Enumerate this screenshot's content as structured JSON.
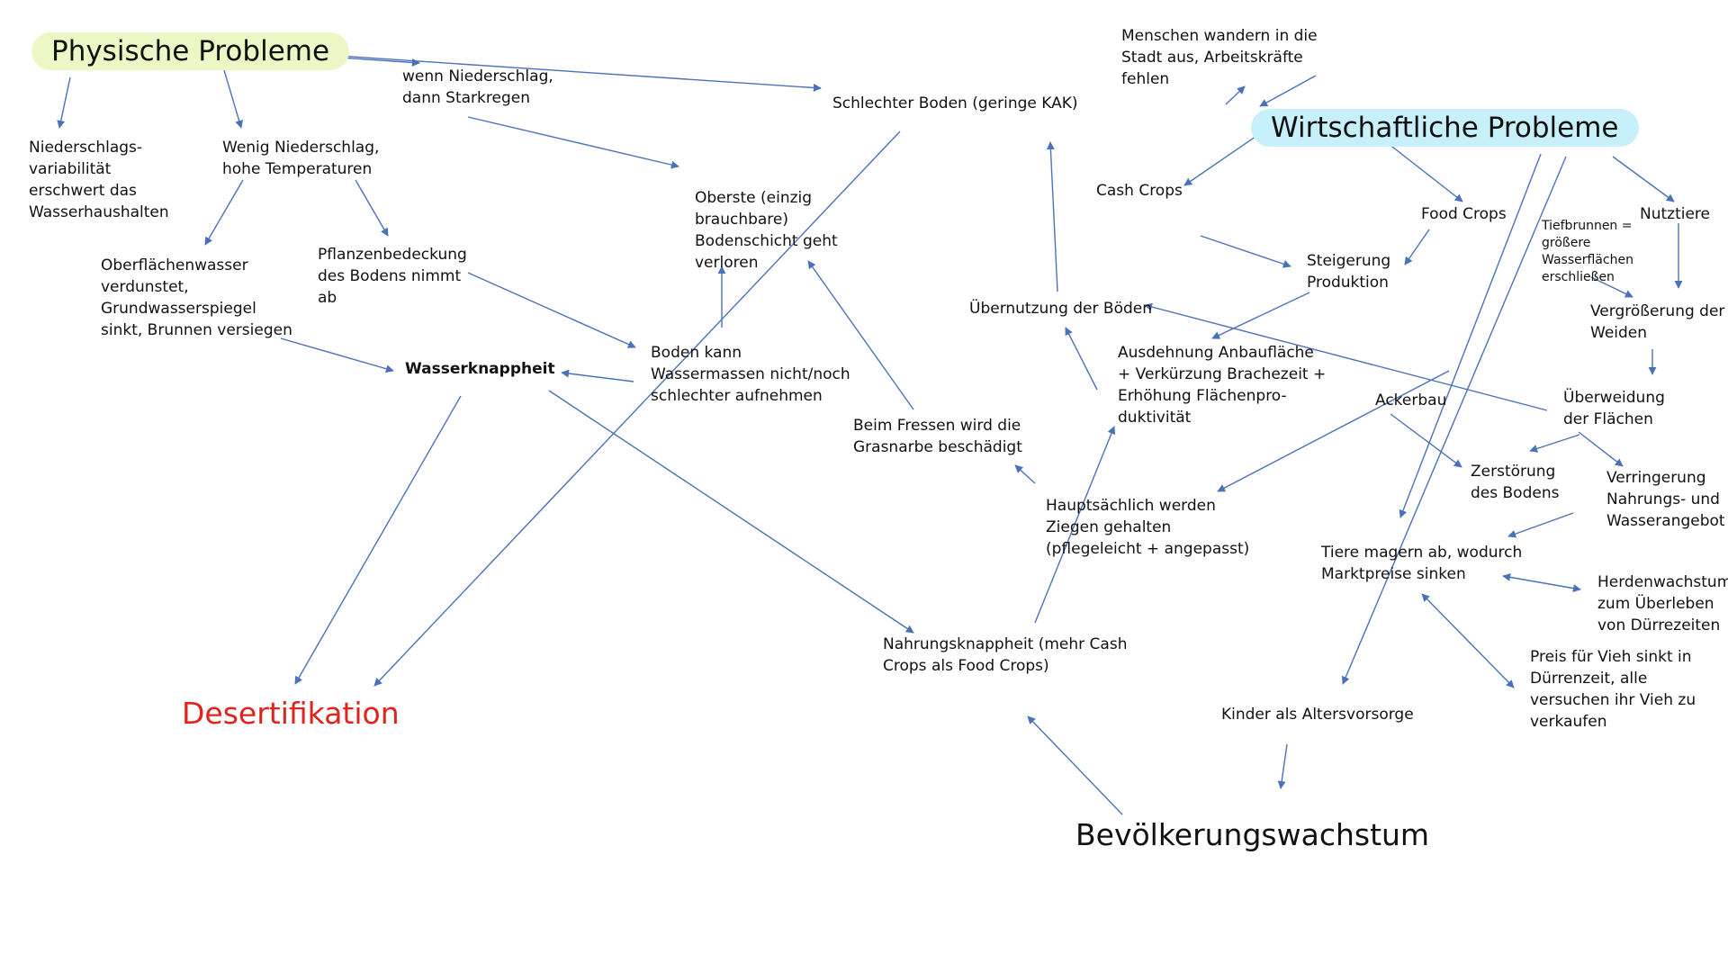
{
  "colors": {
    "arrow": "#4a72b8",
    "accent_green": "#edf7c6",
    "accent_blue": "#c8f0fb",
    "title_red": "#e0231c"
  },
  "nodes": {
    "physische": "Physische Probleme",
    "wirtschaftliche": "Wirtschaftliche Probleme",
    "desertifikation": "Desertifikation",
    "bevoelkerung": "Bevölkerungswachstum",
    "niederschlagsvariabilitaet": "Niederschlags-\nvariabilität\nerschwert das\nWasserhaushalten",
    "wenig_niederschlag": "Wenig Niederschlag,\nhohe Temperaturen",
    "starkregen": "wenn Niederschlag,\ndann Starkregen",
    "schlechter_boden": "Schlechter Boden (geringe KAK)",
    "oberflaechenwasser": "Oberflächenwasser\nverdunstet,\nGrundwasserspiegel\nsinkt, Brunnen versiegen",
    "pflanzenbedeckung": "Pflanzenbedeckung\ndes Bodens nimmt\nab",
    "oberste_schicht": "Oberste (einzig\nbrauchbare)\nBodenschicht geht\nverloren",
    "wasserknappheit": "Wasserknappheit",
    "boden_kann": "Boden kann\nWassermassen nicht/noch\nschlechter aufnehmen",
    "grasnarbe": "Beim Fressen wird die\nGrasnarbe beschädigt",
    "uebernutzung": "Übernutzung der Böden",
    "menschen_wandern": "Menschen wandern in die\nStadt aus, Arbeitskräfte\nfehlen",
    "cash_crops": "Cash Crops",
    "food_crops": "Food Crops",
    "steigerung": "Steigerung\nProduktion",
    "ausdehnung": "Ausdehnung Anbaufläche\n+ Verkürzung Brachezeit +\nErhöhung Flächenpro-\nduktivität",
    "ackerbau": "Ackerbau",
    "ziegen": "Hauptsächlich werden\nZiegen gehalten\n(pflegeleicht + angepasst)",
    "nahrungsknappheit": "Nahrungsknappheit (mehr Cash\nCrops als Food Crops)",
    "tiefbrunnen": "Tiefbrunnen =\ngrößere\nWasserflächen\nerschließen",
    "nutztiere": "Nutztiere",
    "vergroesserung": "Vergrößerung der\nWeiden",
    "ueberweidung": "Überweidung\nder Flächen",
    "zerstoerung": "Zerstörung\ndes Bodens",
    "verringerung": "Verringerung\nNahrungs- und\nWasserangebot",
    "tiere_magern": "Tiere magern ab, wodurch\nMarktpreise sinken",
    "herdenwachstum": "Herdenwachstum\nzum Überleben\nvon Dürrezeiten",
    "preis_vieh": "Preis für Vieh sinkt in\nDürrenzeit, alle\nversuchen ihr Vieh zu\nverkaufen",
    "kinder": "Kinder als Altersvorsorge"
  }
}
